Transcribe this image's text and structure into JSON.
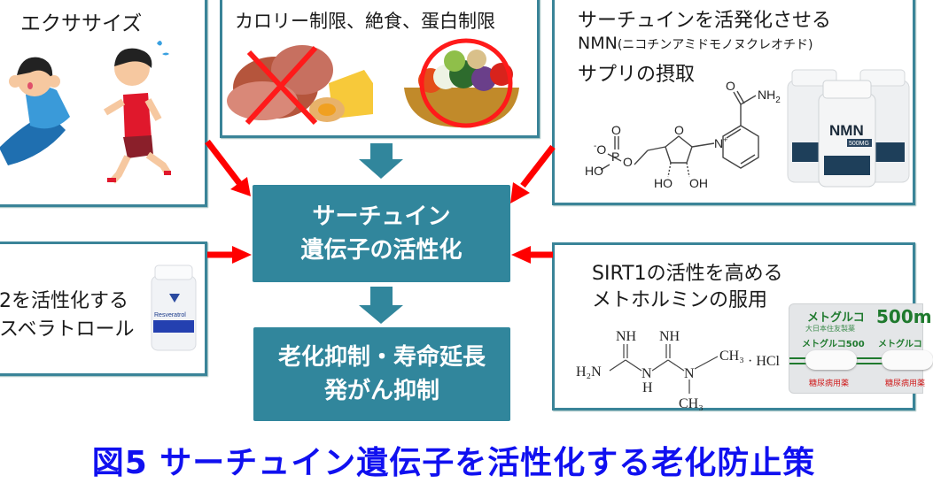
{
  "boxes": {
    "exercise": {
      "title": "エクササイズ"
    },
    "diet": {
      "title": "カロリー制限、絶食、蛋白制限"
    },
    "nmn": {
      "line1": "サーチュインを活発化させる",
      "line2_main": "NMN",
      "line2_sub": "(ニコチンアミドモノヌクレオチド)",
      "line3": "サプリの摂取",
      "bottle_label": "NMN",
      "bottle_dose": "500MG",
      "chem": {
        "nh2": "NH",
        "nh2_sub": "2",
        "o": "O",
        "n_plus": "N",
        "plus": "+",
        "ho1": "HO",
        "ho2": "HO",
        "oh": "OH",
        "p": "P",
        "o_minus": "O",
        "minus": "-"
      }
    },
    "resveratrol": {
      "line1": "2を活性化する",
      "line2": "スベラトロール",
      "bottle_label": "Resveratrol"
    },
    "metformin": {
      "line1": "SIRT1の活性を高める",
      "line2": "メトホルミンの服用",
      "chem": {
        "nh_a": "NH",
        "nh_b": "NH",
        "h2n": "H₂N",
        "n1": "N",
        "h1": "H",
        "n2": "N",
        "ch3a": "CH₃",
        "hcl": "· HCl",
        "ch3b": "CH₃"
      },
      "package": {
        "brand": "メトグルコ",
        "maker": "大日本住友製薬",
        "dose": "500m",
        "tablet_name": "メトグルコ500",
        "tablet_name2": "メトグルコ",
        "use": "糖尿病用薬"
      }
    }
  },
  "center": {
    "activation": [
      "サーチュイン",
      "遺伝子の活性化"
    ],
    "result": [
      "老化抑制・寿命延長",
      "発がん抑制"
    ]
  },
  "caption": "図5 サーチュイン遺伝子を活性化する老化防止策",
  "colors": {
    "teal": "#31869c",
    "arrow_red": "#ff0000",
    "caption_blue": "#1010f0"
  }
}
